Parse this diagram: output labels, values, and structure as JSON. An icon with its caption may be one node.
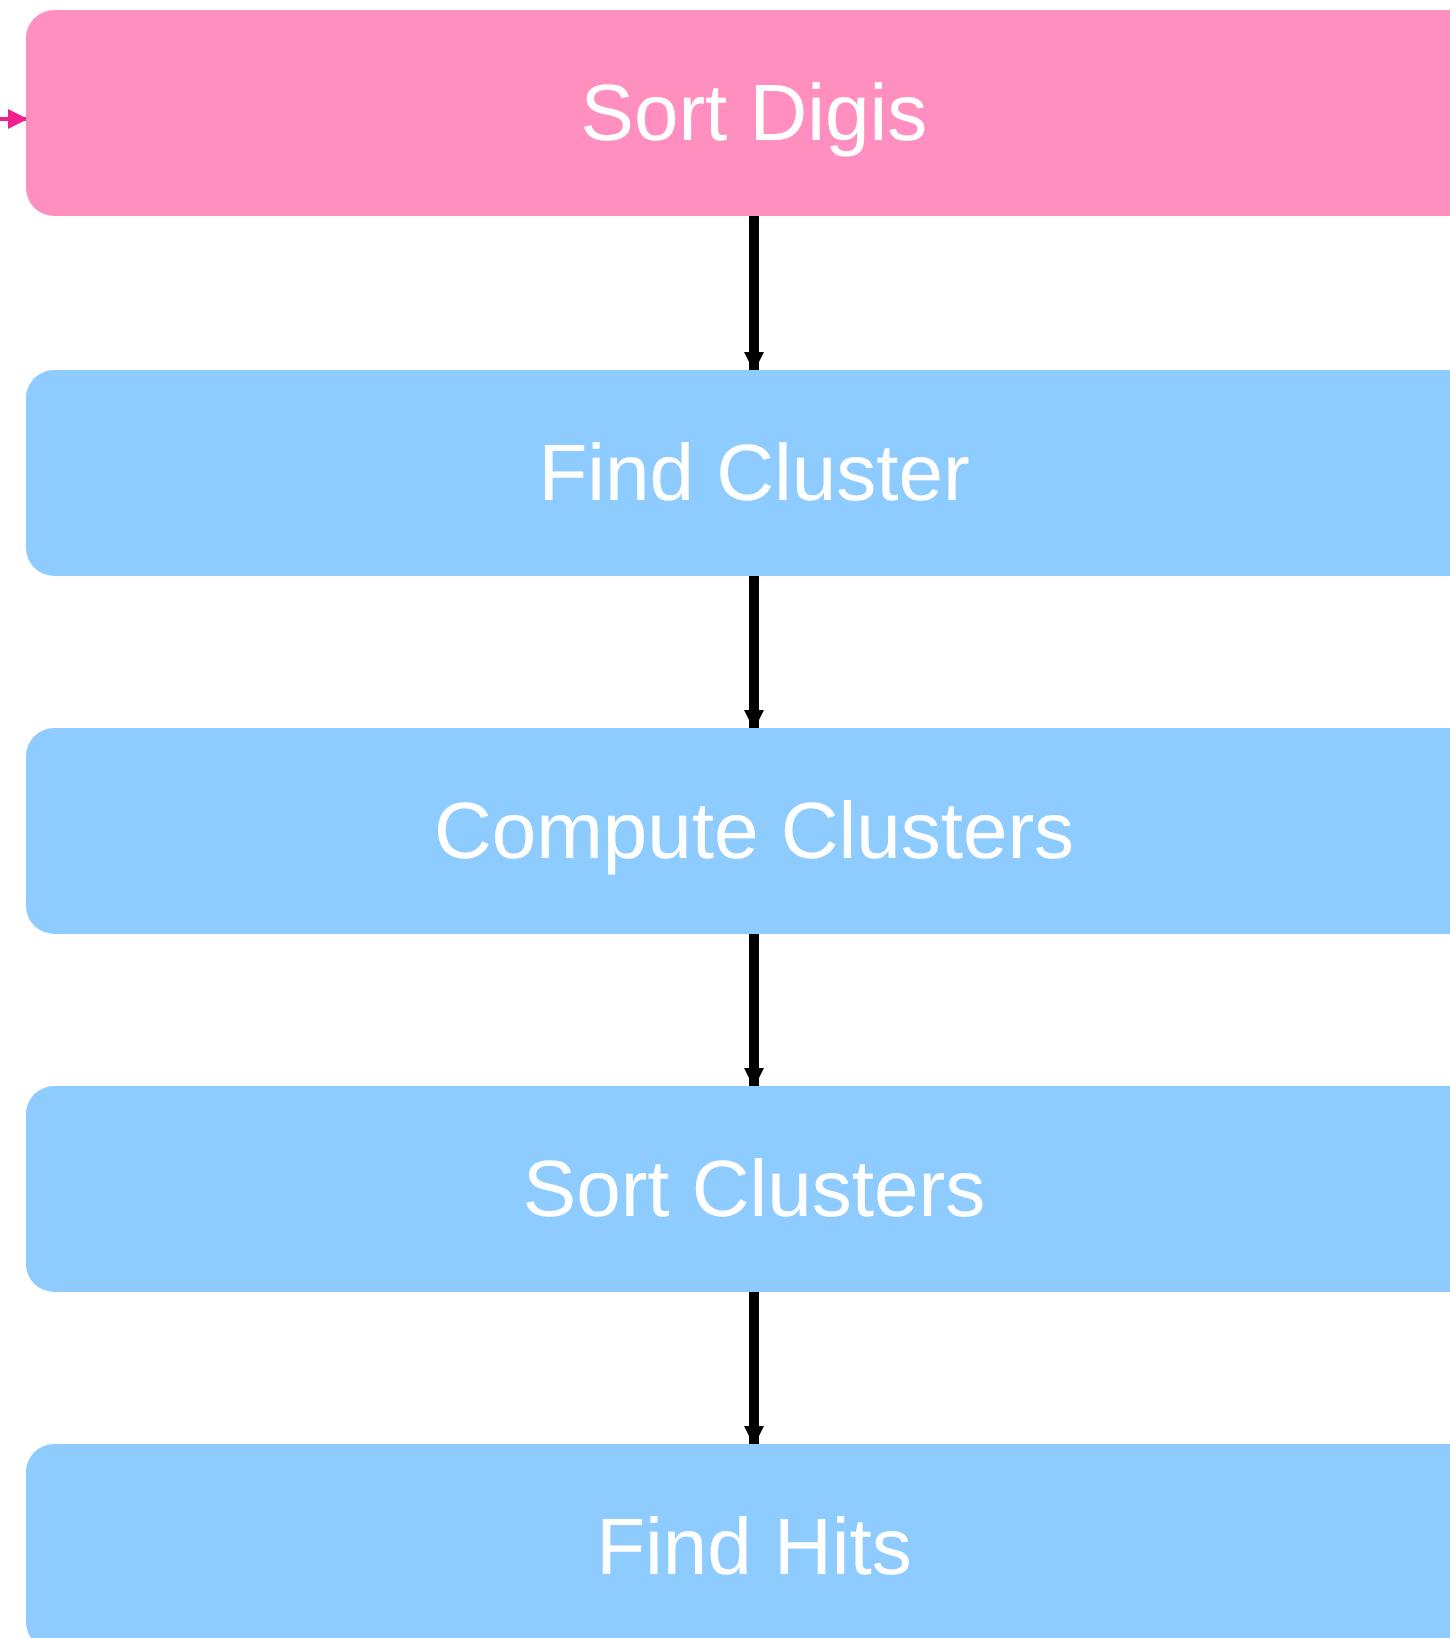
{
  "diagram": {
    "nodes": [
      {
        "text": [
          "Sort Digis"
        ]
      },
      {
        "text": [
          "Find Cluster"
        ]
      },
      {
        "text": [
          "Compute Clusters"
        ]
      },
      {
        "text": [
          "Sort Clusters"
        ]
      },
      {
        "text": [
          "Find Hits"
        ]
      }
    ],
    "edges": [
      {
        "from": null,
        "to": 0,
        "arrow": "to",
        "color": "#f0218c"
      },
      {
        "from": 0,
        "to": 1,
        "arrow": "to"
      },
      {
        "from": 1,
        "to": 2,
        "arrow": "to"
      },
      {
        "from": 2,
        "to": 3,
        "arrow": "to"
      },
      {
        "from": 3,
        "to": 4,
        "arrow": "to"
      }
    ]
  }
}
